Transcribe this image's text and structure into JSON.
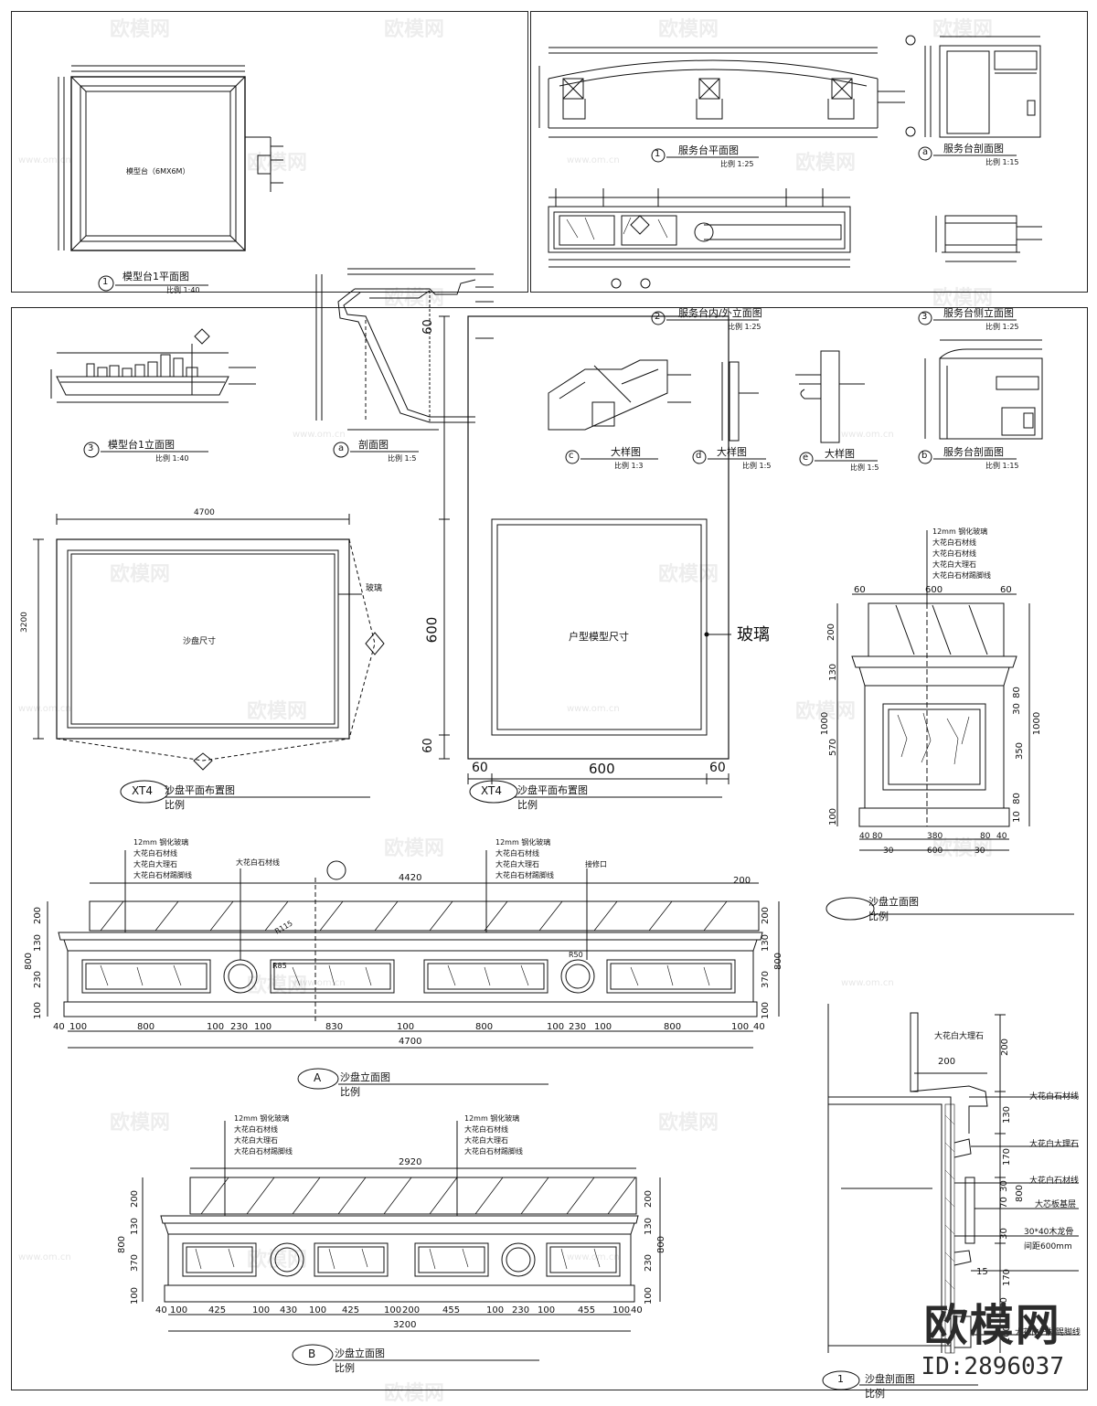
{
  "top_left": {
    "plan_title": "模型台1平面图",
    "plan_num": "1",
    "plan_scale": "比例 1:40",
    "plan_label": "模型台（6MX6M）",
    "elev_title": "模型台1立面图",
    "elev_num": "3",
    "elev_scale": "比例 1:40",
    "section_title": "剖面图",
    "section_num": "a",
    "section_scale": "比例 1:5"
  },
  "top_right": {
    "plan_title": "服务台平面图",
    "plan_num": "1",
    "plan_scale": "比例 1:25",
    "sec_a_title": "服务台剖面图",
    "sec_a_num": "a",
    "sec_a_scale": "比例 1:15",
    "elev_title": "服务台内/外立面图",
    "elev_num": "2",
    "elev_scale": "比例 1:25",
    "side_title": "服务台侧立面图",
    "side_num": "3",
    "side_scale": "比例 1:25",
    "detail_c_title": "大样图",
    "detail_c_num": "c",
    "detail_c_scale": "比例 1:3",
    "detail_d_title": "大样图",
    "detail_d_num": "d",
    "detail_d_scale": "比例 1:5",
    "detail_e_title": "大样图",
    "detail_e_num": "e",
    "detail_e_scale": "比例 1:5",
    "sec_b_title": "服务台剖面图",
    "sec_b_num": "b",
    "sec_b_scale": "比例 1:15"
  },
  "bottom": {
    "plan1": {
      "dim_w": "4700",
      "dim_h": "3200",
      "label": "沙盘尺寸",
      "glass": "玻璃",
      "tag": "XT4",
      "title": "沙盘平面布置图",
      "scale": "比例"
    },
    "plan2": {
      "dim_top": "60",
      "dim_mid": "600",
      "dim_bot": "60",
      "dim_l": "60",
      "dim_c": "600",
      "dim_r": "60",
      "label": "户型模型尺寸",
      "glass": "玻璃",
      "tag": "XT4",
      "title": "沙盘平面布置图",
      "scale": "比例"
    },
    "elev_small": {
      "dim_60a": "60",
      "dim_600": "600",
      "dim_60b": "60",
      "notes": [
        "12mm 钢化玻璃",
        "大花白石材线",
        "大花白石材线",
        "大花白大理石",
        "大花白石材踢脚线"
      ],
      "left_dims": [
        "200",
        "130",
        "1000",
        "570",
        "100"
      ],
      "right_dims": [
        "30",
        "80",
        "1000",
        "350",
        "80",
        "10"
      ],
      "bot_dims": [
        "40",
        "80",
        "380",
        "80",
        "40"
      ],
      "bot_total": "600",
      "bot_30a": "30",
      "bot_30b": "30",
      "title": "沙盘立面图",
      "scale": "比例"
    },
    "elev_a": {
      "notes_l": [
        "12mm 钢化玻璃",
        "大花白石材线",
        "大花白大理石",
        "大花白石材踢脚线"
      ],
      "notes_r": [
        "12mm 钢化玻璃",
        "大花白石材线",
        "大花白大理石",
        "大花白石材踢脚线"
      ],
      "mid_note": "大花白石材线",
      "port_note": "接修口",
      "dim_top": "4420",
      "dim_200": "200",
      "r1": "R115",
      "r2": "R85",
      "r3": "R50",
      "left_dims": [
        "200",
        "130",
        "800",
        "230",
        "100"
      ],
      "right_dims": [
        "200",
        "130",
        "800",
        "370",
        "100"
      ],
      "bot_dims": [
        "40",
        "100",
        "800",
        "100",
        "230",
        "100",
        "830",
        "100",
        "800",
        "100",
        "230",
        "100",
        "800",
        "100",
        "40"
      ],
      "bot_total": "4700",
      "tag": "A",
      "title": "沙盘立面图",
      "scale": "比例"
    },
    "elev_b": {
      "notes_l": [
        "12mm 钢化玻璃",
        "大花白石材线",
        "大花白大理石",
        "大花白石材踢脚线"
      ],
      "notes_r": [
        "12mm 钢化玻璃",
        "大花白石材线",
        "大花白大理石",
        "大花白石材踢脚线"
      ],
      "dim_top": "2920",
      "left_dims": [
        "200",
        "130",
        "800",
        "370",
        "100"
      ],
      "right_dims": [
        "200",
        "130",
        "800",
        "230",
        "100"
      ],
      "bot_dims": [
        "40",
        "100",
        "425",
        "100",
        "430",
        "100",
        "425",
        "100",
        "200",
        "455",
        "100",
        "230",
        "100",
        "455",
        "100",
        "40"
      ],
      "bot_total": "3200",
      "tag": "B",
      "title": "沙盘立面图",
      "scale": "比例"
    },
    "section": {
      "notes": [
        "大花白大理石",
        "大花白石材线",
        "大花白大理石",
        "大花白石材线",
        "大芯板基层",
        "30*40木龙骨",
        "间距600mm",
        "大花白石材踢脚线"
      ],
      "dim_200": "200",
      "dim_200b": "200",
      "right_dims": [
        "130",
        "170",
        "30",
        "70",
        "30",
        "170",
        "70",
        "100"
      ],
      "dim_800": "800",
      "dim_15": "15",
      "tag": "1",
      "title": "沙盘剖面图",
      "scale": "比例"
    }
  },
  "stamp": {
    "brand": "欧模网",
    "id": "ID:2896037"
  },
  "watermark": {
    "brand": "欧模网",
    "url": "www.om.cn"
  }
}
